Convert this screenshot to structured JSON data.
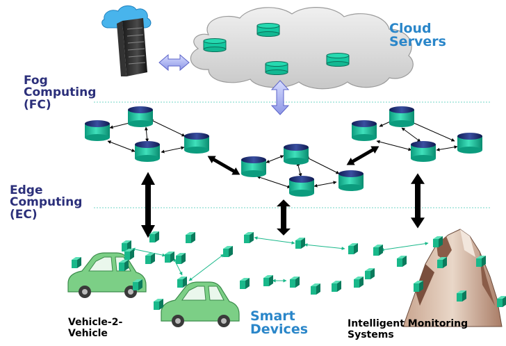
{
  "labels": {
    "cloud_servers": "Cloud\nServers",
    "fog_computing": "Fog\nComputing\n(FC)",
    "edge_computing": "Edge\nComputing\n(EC)",
    "smart_devices": "Smart\nDevices",
    "vehicle": "Vehicle-2-\nVehicle",
    "monitoring": "Intelligent Monitoring\nSystems"
  },
  "colors": {
    "node_body": "#14c8a0",
    "node_top": "#1c2a6e",
    "device": "#19b88a",
    "cloud_fill": "#dadada",
    "car": "#7ccf86",
    "label_blue": "#2a86c9",
    "label_navy": "#2b2f7a",
    "divider": "#6fd6c6"
  }
}
